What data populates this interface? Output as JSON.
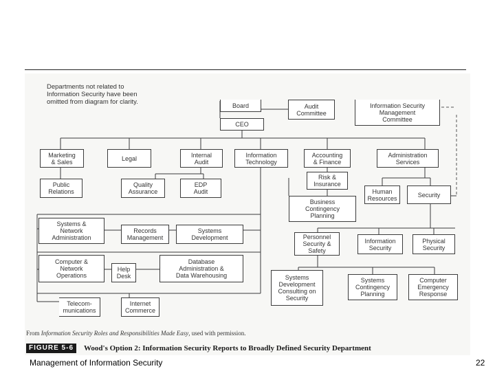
{
  "figure": {
    "note": "Departments not related to\nInformation Security have been\nomitted from diagram for clarity.",
    "source_prefix": "From ",
    "source_title": "Information Security Roles and Responsibilities Made Easy",
    "source_suffix": ", used with permission.",
    "figure_label": "FIGURE 5-6",
    "figure_title": "Wood's Option 2: Information Security Reports to Broadly Defined Security Department"
  },
  "org": {
    "board": "Board",
    "audit_committee": "Audit\nCommittee",
    "infosec_mgmt_committee": "Information Security\nManagement\nCommittee",
    "ceo": "CEO",
    "marketing_sales": "Marketing\n& Sales",
    "legal": "Legal",
    "internal_audit": "Internal\nAudit",
    "information_technology": "Information\nTechnology",
    "accounting_finance": "Accounting\n& Finance",
    "administration_services": "Administration\nServices",
    "public_relations": "Public\nRelations",
    "quality_assurance": "Quality\nAssurance",
    "edp_audit": "EDP\nAudit",
    "risk_insurance": "Risk &\nInsurance",
    "human_resources": "Human\nResources",
    "security": "Security",
    "business_contingency_planning": "Business\nContingency\nPlanning",
    "systems_network_administration": "Systems &\nNetwork\nAdministration",
    "records_management": "Records\nManagement",
    "systems_development": "Systems\nDevelopment",
    "personnel_security_safety": "Personnel\nSecurity &\nSafety",
    "information_security": "Information\nSecurity",
    "physical_security": "Physical\nSecurity",
    "computer_network_operations": "Computer &\nNetwork\nOperations",
    "help_desk": "Help\nDesk",
    "database_admin_warehousing": "Database\nAdministration &\nData Warehousing",
    "systems_dev_consulting_security": "Systems\nDevelopment\nConsulting on\nSecurity",
    "systems_contingency_planning": "Systems\nContingency\nPlanning",
    "computer_emergency_response": "Computer\nEmergency\nResponse",
    "telecommunications": "Telecom-\nmunications",
    "internet_commerce": "Internet\nCommerce"
  },
  "footer": {
    "title": "Management of Information Security",
    "page_number": "22"
  }
}
